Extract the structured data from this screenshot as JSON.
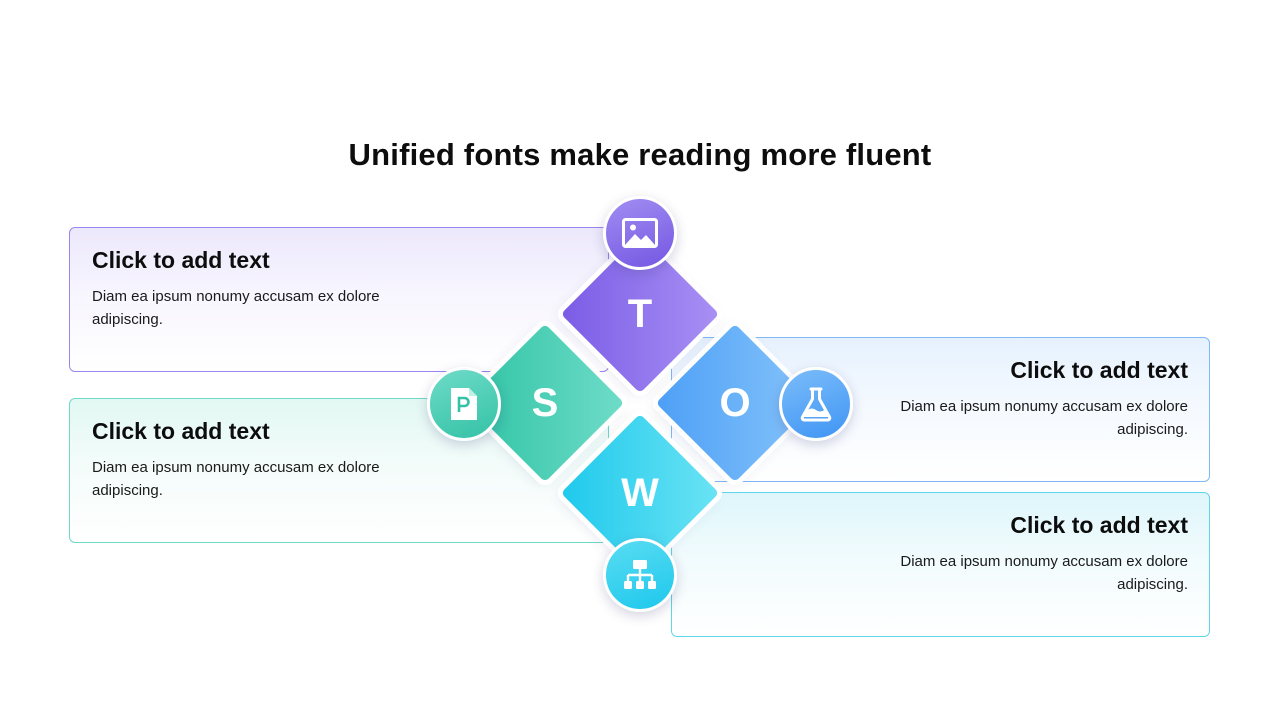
{
  "title": "Unified fonts make reading more fluent",
  "swot": [
    {
      "key": "t",
      "letter": "T",
      "heading": "Click to add text",
      "body": "Diam ea ipsum nonumy accusam ex dolore adipiscing.",
      "icon": "image-icon",
      "color": "#7a5ce6"
    },
    {
      "key": "s",
      "letter": "S",
      "heading": "Click to add text",
      "body": "Diam ea ipsum nonumy accusam ex dolore adipiscing.",
      "icon": "document-p-icon",
      "color": "#2ec3a4"
    },
    {
      "key": "o",
      "letter": "O",
      "heading": "Click to add text",
      "body": "Diam ea ipsum nonumy accusam ex dolore adipiscing.",
      "icon": "flask-icon",
      "color": "#4d9ff6"
    },
    {
      "key": "w",
      "letter": "W",
      "heading": "Click to add text",
      "body": "Diam ea ipsum nonumy accusam ex dolore adipiscing.",
      "icon": "org-chart-icon",
      "color": "#1fc9ec"
    }
  ]
}
